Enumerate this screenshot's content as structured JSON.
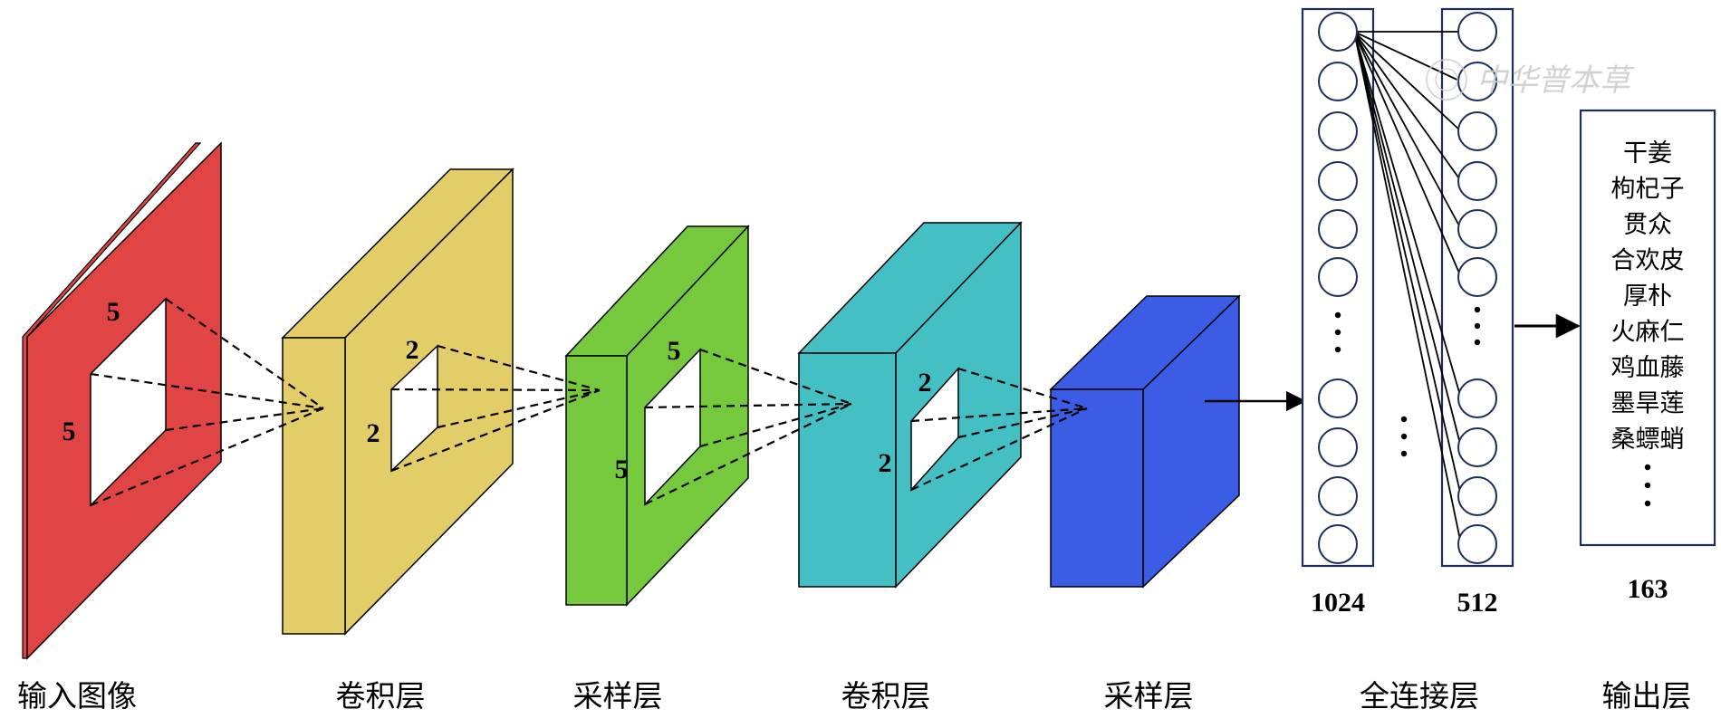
{
  "colors": {
    "input": "#e04444",
    "conv1": "#e3cd68",
    "pool1": "#76c83c",
    "conv2": "#44c0c4",
    "pool2": "#3b5de6",
    "frame": "#1f2d5c"
  },
  "kernels": {
    "input_top": "5",
    "input_left": "5",
    "conv1_top": "2",
    "conv1_left": "2",
    "pool1_top": "5",
    "pool1_left": "5",
    "conv2_top": "2",
    "conv2_left": "2"
  },
  "fc": {
    "left_count": "1024",
    "right_count": "512"
  },
  "output": {
    "classes": [
      "干姜",
      "枸杞子",
      "贯众",
      "合欢皮",
      "厚朴",
      "火麻仁",
      "鸡血藤",
      "墨旱莲",
      "桑螵蛸"
    ],
    "count": "163"
  },
  "captions": {
    "input": "输入图像",
    "conv1": "卷积层",
    "pool1": "采样层",
    "conv2": "卷积层",
    "pool2": "采样层",
    "fc": "全连接层",
    "output": "输出层"
  },
  "watermark": "中华普本草"
}
